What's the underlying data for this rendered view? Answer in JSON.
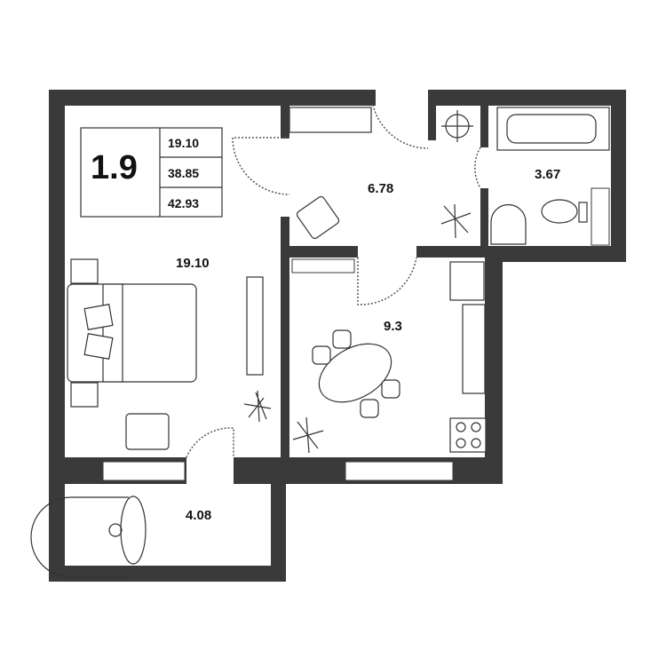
{
  "info_box": {
    "apartment_type": "1.9",
    "living_area": "19.10",
    "total_area": "38.85",
    "total_area_with_balcony": "42.93"
  },
  "rooms": {
    "bedroom": "19.10",
    "hallway": "6.78",
    "bathroom": "3.67",
    "kitchen": "9.3",
    "balcony": "4.08"
  }
}
